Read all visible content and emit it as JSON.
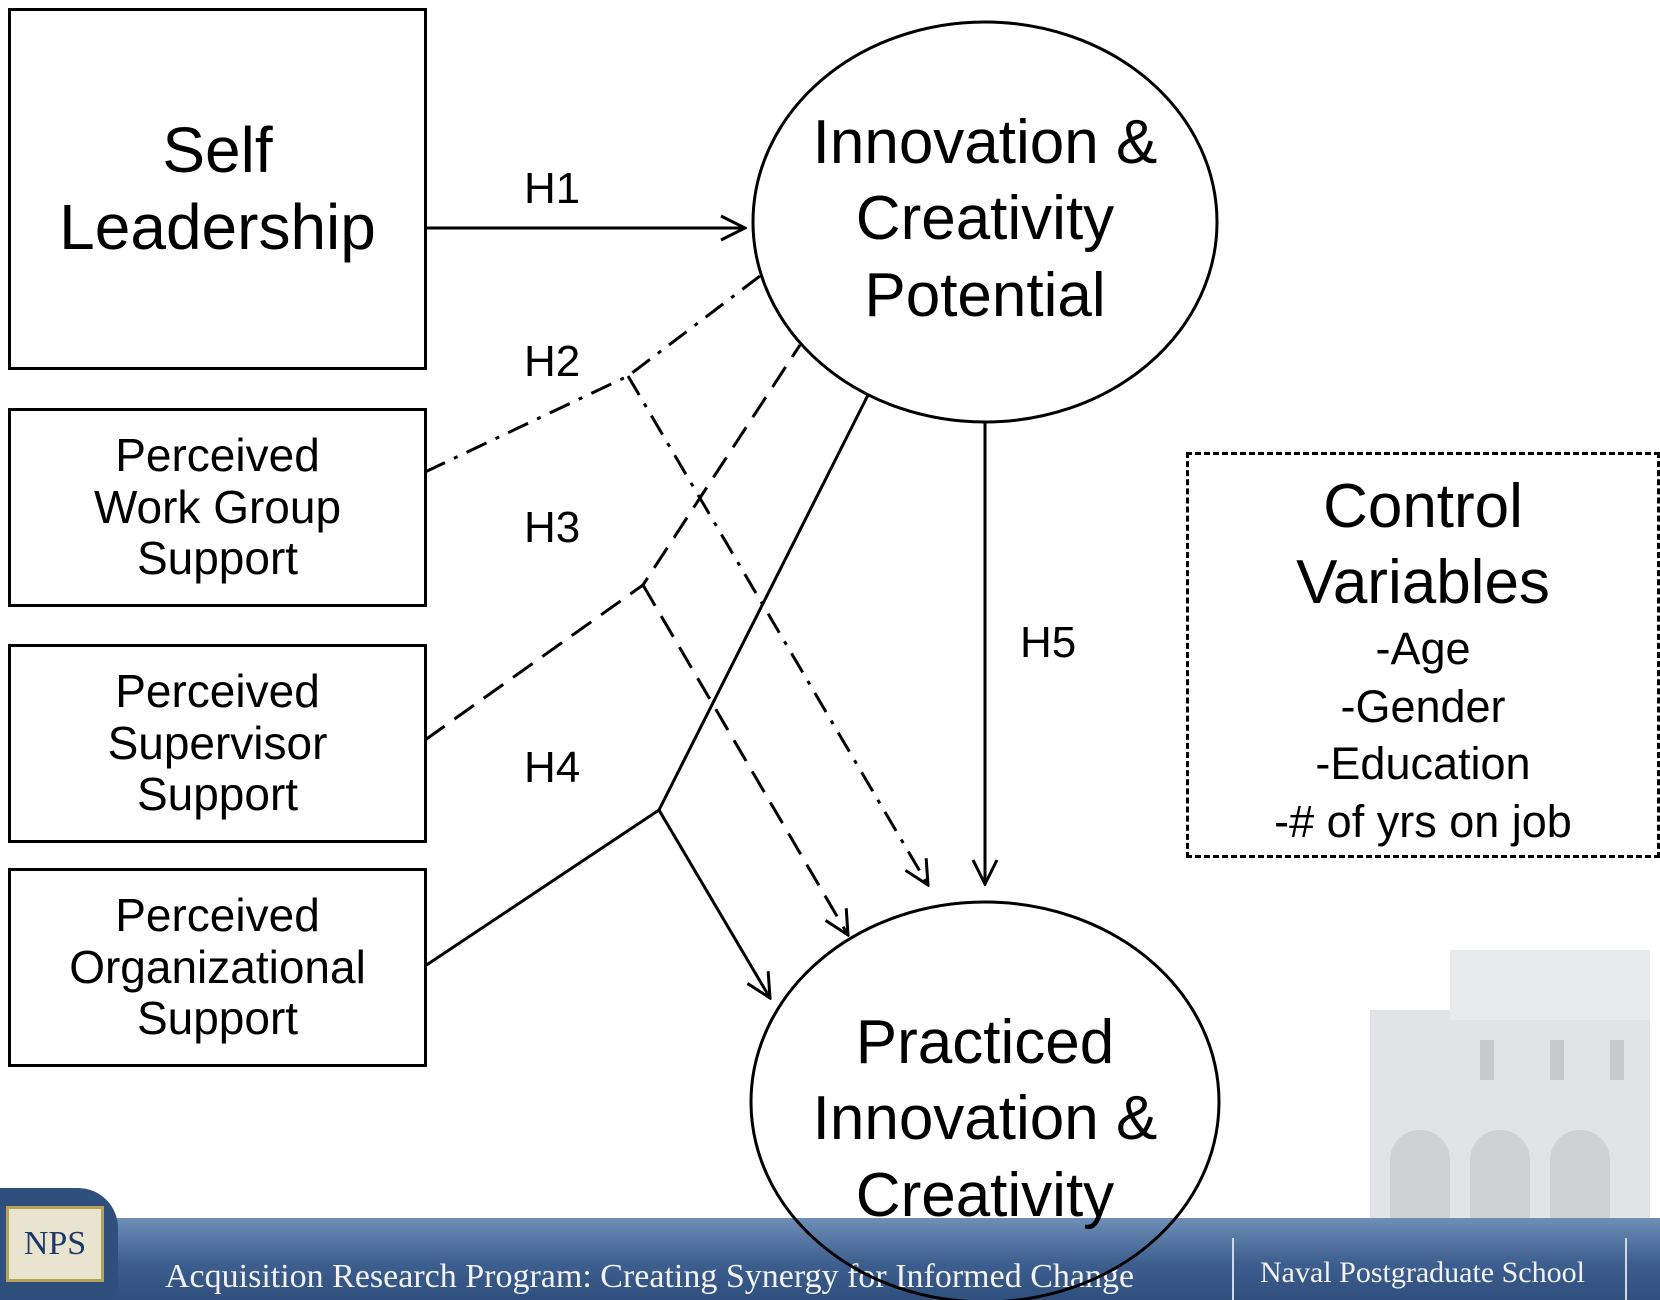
{
  "nodes": {
    "self_leadership": [
      "Self",
      "Leadership"
    ],
    "work_group": [
      "Perceived",
      "Work Group",
      "Support"
    ],
    "supervisor": [
      "Perceived",
      "Supervisor",
      "Support"
    ],
    "organizational": [
      "Perceived",
      "Organizational",
      "Support"
    ],
    "icp": [
      "Innovation &",
      "Creativity",
      "Potential"
    ],
    "pic": [
      "Practiced",
      "Innovation &",
      "Creativity"
    ]
  },
  "hypotheses": {
    "h1": "H1",
    "h2": "H2",
    "h3": "H3",
    "h4": "H4",
    "h5": "H5"
  },
  "control": {
    "title": [
      "Control",
      "Variables"
    ],
    "items": [
      "-Age",
      "-Gender",
      "-Education",
      "-# of yrs on job"
    ]
  },
  "footer": {
    "tagline": "Acquisition Research Program: Creating Synergy for Informed Change",
    "school": "Naval Postgraduate School",
    "seal_text": "NPS"
  },
  "colors": {
    "footer": "#3d5f8f",
    "ink": "#000000"
  }
}
